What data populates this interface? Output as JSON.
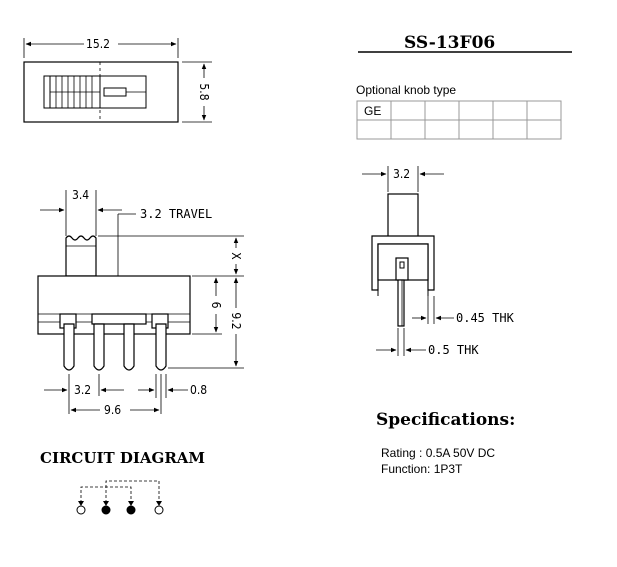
{
  "part_number": "SS-13F06",
  "top_view": {
    "width_dim": "15.2",
    "height_dim": "5.8"
  },
  "side_view": {
    "knob_width_dim": "3.4",
    "travel_label": "3.2 TRAVEL",
    "x_dim": "X",
    "body_height_dim": "6",
    "total_height_dim": "9.2",
    "pin_pitch_dim": "3.2",
    "pin_span_dim": "9.6",
    "pin_width_dim": "0.8"
  },
  "end_view": {
    "knob_width_dim": "3.2",
    "frame_thickness_label": "0.45 THK",
    "pin_thickness_label": "0.5 THK"
  },
  "knob_table": {
    "label": "Optional knob type",
    "cells": [
      "GE",
      "",
      "",
      "",
      "",
      "",
      "",
      "",
      "",
      "",
      "",
      ""
    ]
  },
  "specifications": {
    "heading": "Specifications:",
    "rating": "Rating : 0.5A  50V DC",
    "function": "Function: 1P3T"
  },
  "circuit": {
    "heading": "CIRCUIT DIAGRAM"
  }
}
